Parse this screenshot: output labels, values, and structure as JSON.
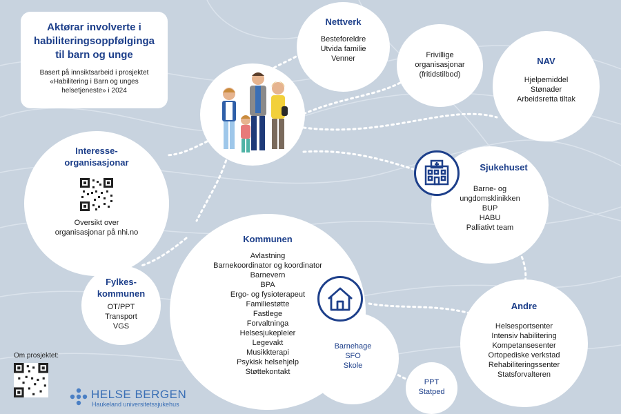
{
  "title_card": {
    "title_lines": [
      "Aktørar involverte i",
      "habiliteringsoppfølginga",
      "til barn og unge"
    ],
    "subtitle_lines": [
      "Basert på innsiktsarbeid i prosjektet",
      "«Habilitering i Barn og unges",
      "helsetjeneste» i 2024"
    ]
  },
  "nettverk": {
    "heading": "Nettverk",
    "items": [
      "Besteforeldre",
      "Utvida familie",
      "Venner"
    ]
  },
  "frivillige": {
    "lines": [
      "Frivillige",
      "organisasjonar",
      "(fritidstilbod)"
    ]
  },
  "nav": {
    "heading": "NAV",
    "items": [
      "Hjelpemiddel",
      "Stønader",
      "Arbeidsretta tiltak"
    ]
  },
  "interesse": {
    "heading_lines": [
      "Interesse-",
      "organisasjonar"
    ],
    "items": [
      "Oversikt over",
      "organisasjonar på nhi.no"
    ]
  },
  "sjukehuset": {
    "heading": "Sjukehuset",
    "items": [
      "Barne- og",
      "ungdomsklinikken",
      "BUP",
      "HABU",
      "Palliativt team"
    ]
  },
  "kommunen": {
    "heading": "Kommunen",
    "items": [
      "Avlastning",
      "Barnekoordinator og koordinator",
      "Barnevern",
      "BPA",
      "Ergo- og fysioterapeut",
      "Familiestøtte",
      "Fastlege",
      "Forvaltninga",
      "Helsesjukepleier",
      "Legevakt",
      "Musikkterapi",
      "Psykisk helsehjelp",
      "Støttekontakt"
    ]
  },
  "fylkes": {
    "heading_lines": [
      "Fylkes-",
      "kommunen"
    ],
    "items": [
      "OT/PPT",
      "Transport",
      "VGS"
    ]
  },
  "barnehage": {
    "items": [
      "Barnehage",
      "SFO",
      "Skole"
    ]
  },
  "ppt": {
    "items": [
      "PPT",
      "Statped"
    ]
  },
  "andre": {
    "heading": "Andre",
    "items": [
      "Helsesportsenter",
      "Intensiv habilitering",
      "Kompetansesenter",
      "Ortopediske verkstad",
      "Rehabiliteringssenter",
      "Statsforvalteren"
    ]
  },
  "om_prosjektet": "Om prosjektet:",
  "logo": {
    "name": "HELSE BERGEN",
    "sub": "Haukeland universitetssjukehus"
  },
  "colors": {
    "background": "#c8d3df",
    "accent": "#1d3f8a",
    "dotted": "#ffffff"
  }
}
